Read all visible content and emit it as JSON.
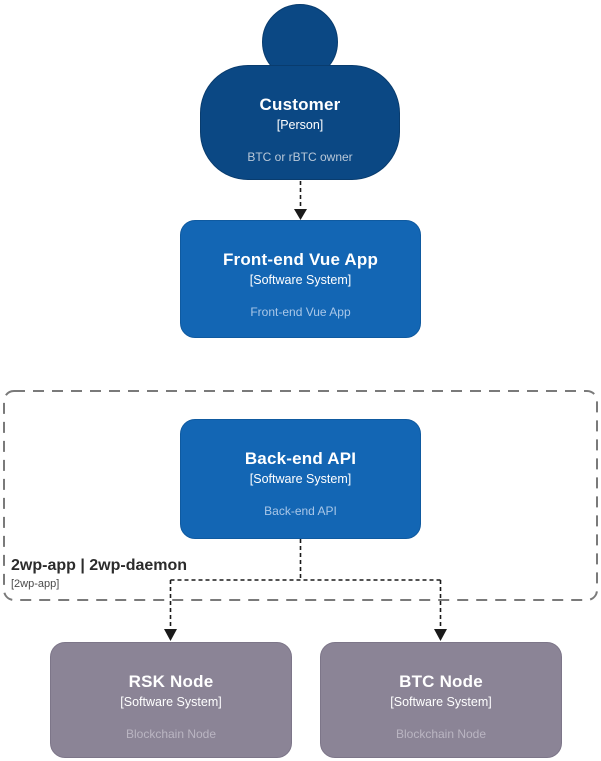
{
  "diagram": {
    "kind": "C4 system context diagram",
    "nodes": {
      "customer": {
        "name": "Customer",
        "type": "[Person]",
        "description": "BTC or rBTC owner"
      },
      "frontend": {
        "name": "Front-end Vue App",
        "type": "[Software System]",
        "description": "Front-end Vue App"
      },
      "backend": {
        "name": "Back-end API",
        "type": "[Software System]",
        "description": "Back-end API"
      },
      "rsk": {
        "name": "RSK Node",
        "type": "[Software System]",
        "description": "Blockchain Node"
      },
      "btc": {
        "name": "BTC Node",
        "type": "[Software System]",
        "description": "Blockchain Node"
      }
    },
    "boundary": {
      "title": "2wp-app | 2wp-daemon",
      "tag": "[2wp-app]"
    },
    "colors": {
      "person_fill": "#0B4884",
      "system_fill": "#1366B4",
      "external_fill": "#8B8496",
      "person_desc_text": "#B9C8D8",
      "system_desc_text": "#A9C7E8",
      "external_desc_text": "#BAB5C2",
      "boundary_border": "#7A7A7A",
      "connector": "#1A1A1A",
      "background": "#FFFFFF"
    }
  }
}
